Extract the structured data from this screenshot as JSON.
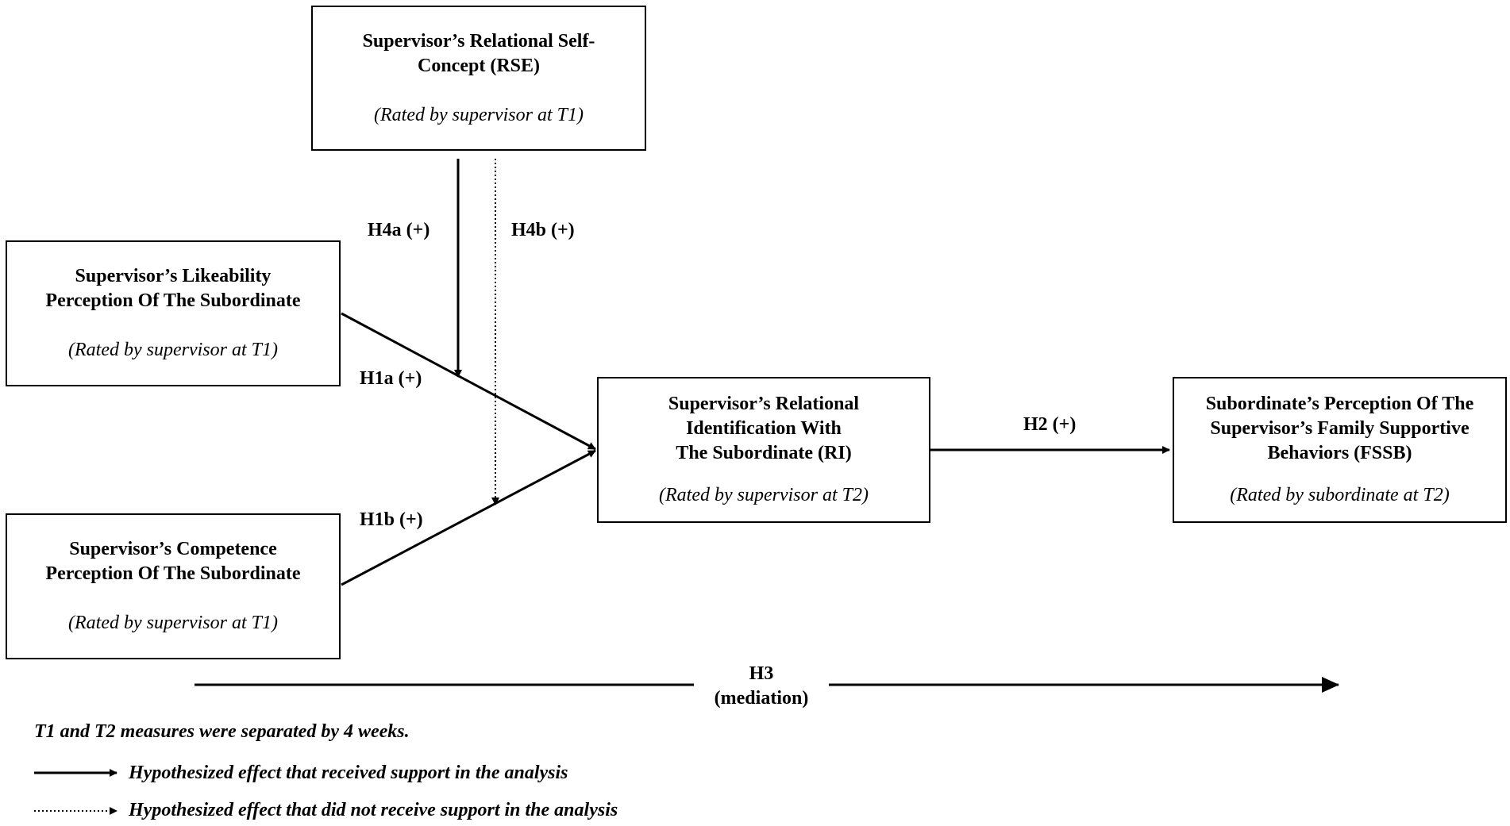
{
  "nodes": {
    "rse": {
      "title": "Supervisor’s Relational Self-\nConcept (RSE)",
      "rated": "(Rated by supervisor at T1)"
    },
    "likeability": {
      "title": "Supervisor’s Likeability\nPerception Of The Subordinate",
      "rated": "(Rated by supervisor at T1)"
    },
    "competence": {
      "title": "Supervisor’s Competence\nPerception Of The Subordinate",
      "rated": "(Rated by supervisor at T1)"
    },
    "ri": {
      "title": "Supervisor’s Relational\nIdentification With\nThe Subordinate (RI)",
      "rated": "(Rated by supervisor at T2)"
    },
    "fssb": {
      "title": "Subordinate’s Perception Of The\nSupervisor’s Family Supportive\nBehaviors (FSSB)",
      "rated": "(Rated by subordinate at T2)"
    }
  },
  "paths": {
    "h4a": "H4a (+)",
    "h4b": "H4b (+)",
    "h1a": "H1a (+)",
    "h1b": "H1b (+)",
    "h2": "H2 (+)",
    "h3_line1": "H3",
    "h3_line2": "(mediation)"
  },
  "legend": {
    "timing_note": "T1 and T2 measures were separated by 4 weeks.",
    "supported": "Hypothesized effect that received support in the analysis",
    "not_supported": "Hypothesized effect that did not receive support in the analysis"
  },
  "colors": {
    "ink": "#000000",
    "background": "#ffffff"
  }
}
